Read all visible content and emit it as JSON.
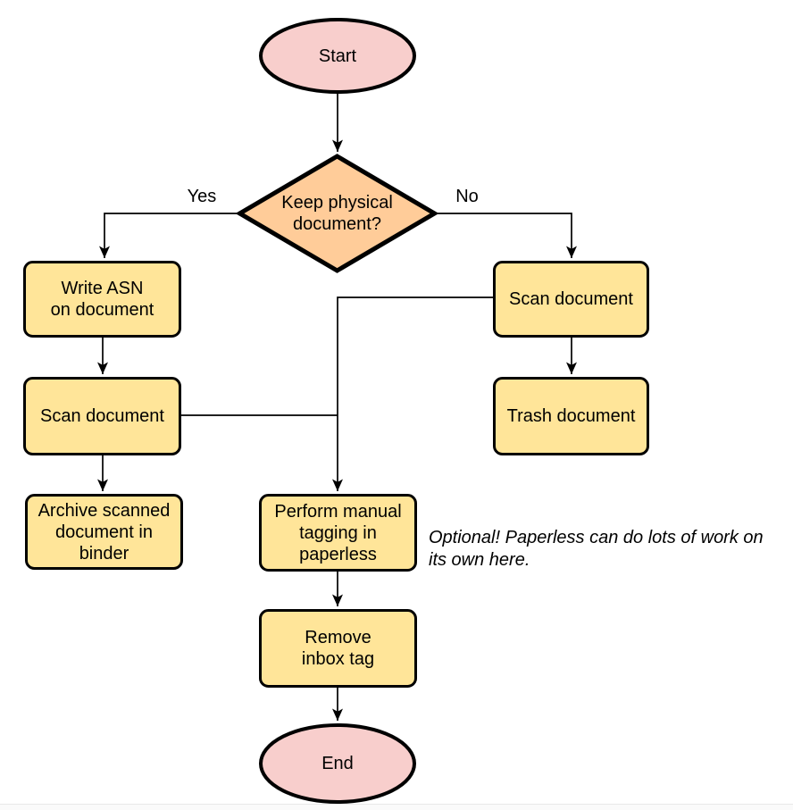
{
  "colors": {
    "terminator_fill": "#F8CECC",
    "decision_fill": "#FFCC99",
    "process_fill": "#FFE599",
    "stroke": "#000000"
  },
  "nodes": {
    "start": {
      "label": "Start"
    },
    "decision": {
      "label": "Keep physical\ndocument?"
    },
    "write_asn": {
      "label": "Write ASN\non document"
    },
    "scan_left": {
      "label": "Scan document"
    },
    "archive": {
      "label": "Archive scanned\ndocument in\nbinder"
    },
    "scan_right": {
      "label": "Scan document"
    },
    "trash": {
      "label": "Trash document"
    },
    "tagging": {
      "label": "Perform manual\ntagging in\npaperless"
    },
    "remove_inbox": {
      "label": "Remove\ninbox tag"
    },
    "end": {
      "label": "End"
    }
  },
  "edge_labels": {
    "yes": "Yes",
    "no": "No"
  },
  "note": {
    "text": "Optional! Paperless can do lots of work on\nits own here."
  }
}
